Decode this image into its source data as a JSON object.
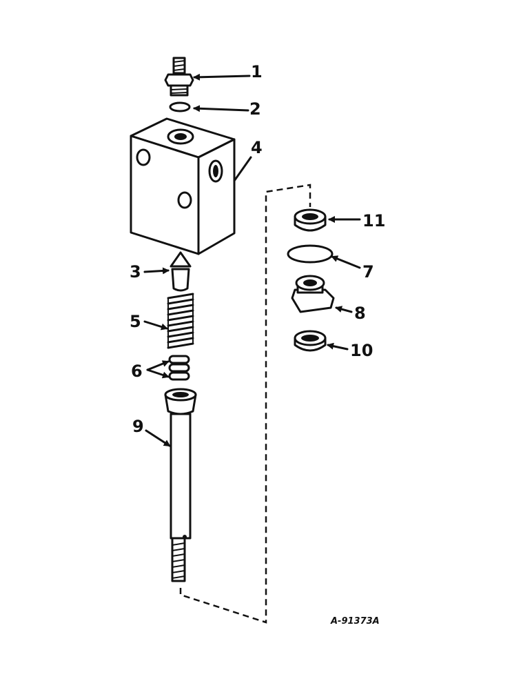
{
  "callouts": [
    "1",
    "2",
    "3",
    "4",
    "5",
    "6",
    "7",
    "8",
    "9",
    "10",
    "11"
  ],
  "drawing_number": "A-91373A",
  "colors": {
    "ink": "#111111",
    "paper": "#ffffff"
  }
}
